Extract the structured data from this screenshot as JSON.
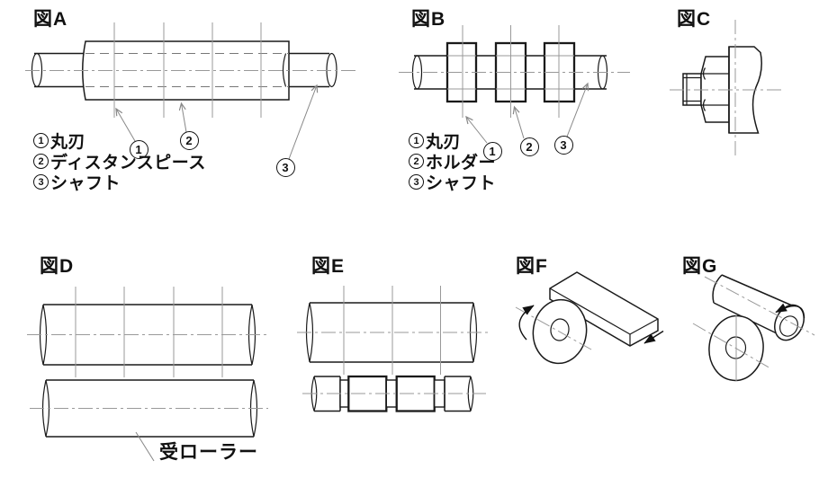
{
  "colors": {
    "background": "#ffffff",
    "main_line": "#1a1a1a",
    "thin_line": "#999999",
    "hidden_line": "#777777",
    "text": "#111111"
  },
  "figures": {
    "a": {
      "title": "図A",
      "callouts": [
        "1",
        "2",
        "3"
      ],
      "legend": [
        {
          "num": "1",
          "label": "丸刃"
        },
        {
          "num": "2",
          "label": "ディスタンスピース"
        },
        {
          "num": "3",
          "label": "シャフト"
        }
      ]
    },
    "b": {
      "title": "図B",
      "callouts": [
        "1",
        "2",
        "3"
      ],
      "legend": [
        {
          "num": "1",
          "label": "丸刃"
        },
        {
          "num": "2",
          "label": "ホルダー"
        },
        {
          "num": "3",
          "label": "シャフト"
        }
      ]
    },
    "c": {
      "title": "図C"
    },
    "d": {
      "title": "図D",
      "label": "受ローラー"
    },
    "e": {
      "title": "図E"
    },
    "f": {
      "title": "図F"
    },
    "g": {
      "title": "図G"
    }
  }
}
